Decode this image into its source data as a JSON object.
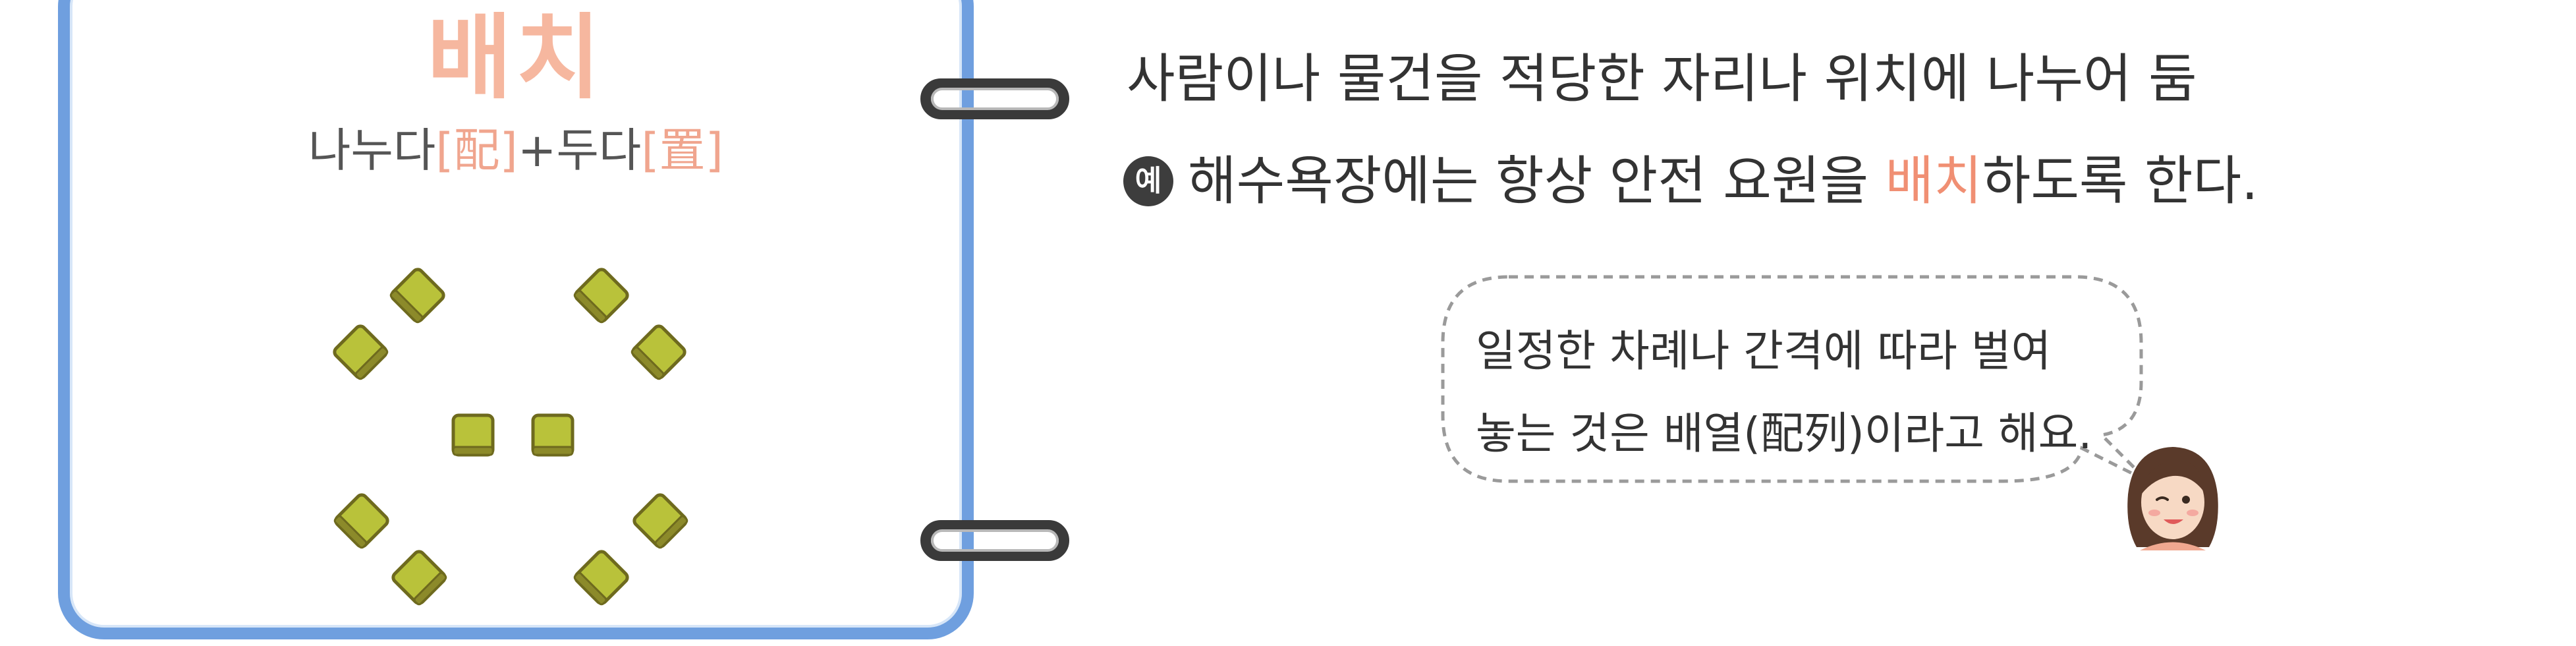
{
  "card": {
    "title": "배치",
    "subtitle": {
      "part1": "나누다",
      "hanja1": "配",
      "plus": "+",
      "part2": "두다",
      "hanja2": "置"
    }
  },
  "definition": "사람이나 물건을 적당한 자리나 위치에 나누어 둠",
  "example": {
    "badge": "예",
    "before": "해수욕장에는 항상 안전 요원을 ",
    "highlight": "배치",
    "after": "하도록 한다."
  },
  "tip": {
    "line1": "일정한 차례나 간격에 따라 벌여",
    "line2": "놓는 것은 배열(配列)이라고 해요."
  },
  "colors": {
    "card_border": "#6f9fdf",
    "title": "#f6b79f",
    "highlight": "#f08f73",
    "seat": "#b9c23a"
  },
  "icons": [
    "binder-ring-icon",
    "seat-icon",
    "teacher-avatar-icon",
    "example-badge-icon"
  ]
}
